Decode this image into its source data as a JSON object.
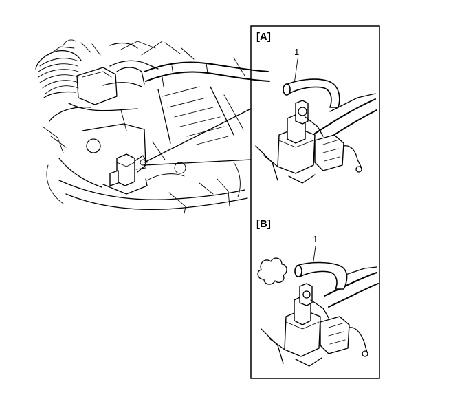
{
  "figure": {
    "panels": [
      {
        "label": "[A]",
        "callout": "1"
      },
      {
        "label": "[B]",
        "callout": "1"
      }
    ]
  },
  "colors": {
    "ink": "#000000",
    "paper": "#ffffff"
  },
  "icons": [
    "engine-bay-drawing",
    "vacuum-switch-drawing",
    "hose-drawing",
    "air-puff-icon"
  ]
}
